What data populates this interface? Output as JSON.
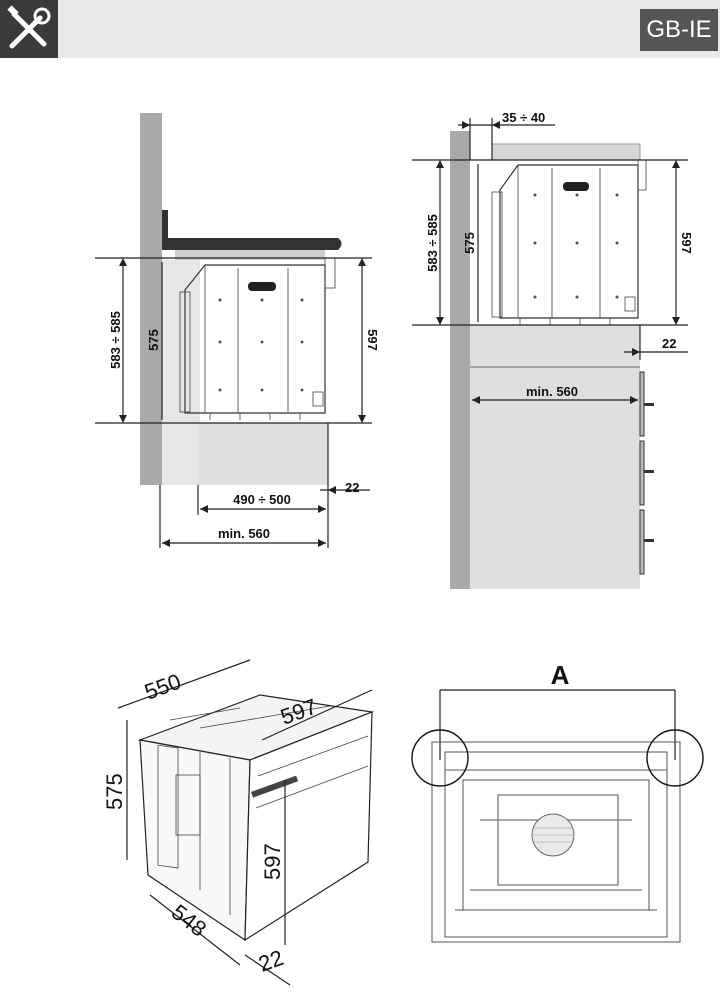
{
  "header": {
    "badge": "GB-IE",
    "tool_icon": "wrench-screwdriver-icon",
    "colors": {
      "bar": "#e8e8e8",
      "icon_box": "#3a3a3a",
      "badge": "#555555"
    }
  },
  "under_worktop": {
    "dim_height_cutout": "583 ÷ 585",
    "dim_height_oven": "575",
    "dim_height_front": "597",
    "dim_depth": "490 ÷ 500",
    "dim_front": "22",
    "dim_min_depth": "min. 560"
  },
  "column": {
    "dim_top_gap": "35 ÷ 40",
    "dim_height_cutout": "583 ÷ 585",
    "dim_height_oven": "575",
    "dim_height_front": "597",
    "dim_front": "22",
    "dim_min_depth": "min. 560"
  },
  "iso": {
    "dim_width": "550",
    "dim_front_width": "597",
    "dim_height": "575",
    "dim_front_height": "597",
    "dim_depth": "548",
    "dim_front": "22"
  },
  "front_view": {
    "label_a": "A"
  }
}
